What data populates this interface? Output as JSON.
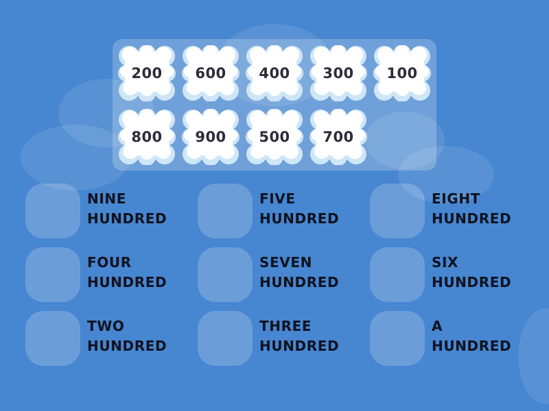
{
  "tiles": [
    "200",
    "600",
    "400",
    "300",
    "100",
    "800",
    "900",
    "500",
    "700"
  ],
  "targets": [
    {
      "line1": "NINE",
      "line2": "HUNDRED"
    },
    {
      "line1": "FIVE",
      "line2": "HUNDRED"
    },
    {
      "line1": "EIGHT",
      "line2": "HUNDRED"
    },
    {
      "line1": "FOUR",
      "line2": "HUNDRED"
    },
    {
      "line1": "SEVEN",
      "line2": "HUNDRED"
    },
    {
      "line1": "SIX",
      "line2": "HUNDRED"
    },
    {
      "line1": "TWO",
      "line2": "HUNDRED"
    },
    {
      "line1": "THREE",
      "line2": "HUNDRED"
    },
    {
      "line1": "A",
      "line2": "HUNDRED"
    }
  ],
  "colors": {
    "background": "#4786d0",
    "tile_text": "#2b2d38",
    "label_text": "#0f1220"
  }
}
